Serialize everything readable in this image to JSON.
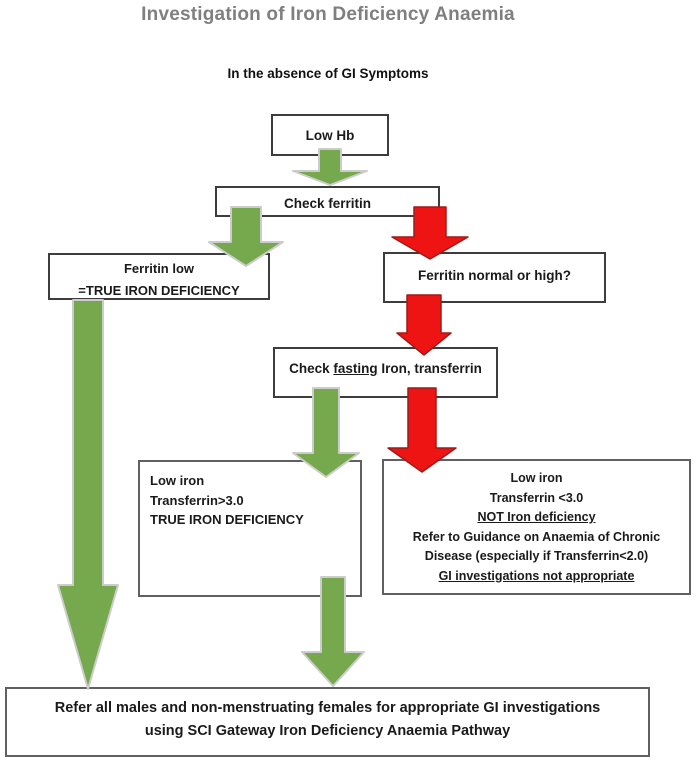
{
  "title": "Investigation of Iron Deficiency Anaemia",
  "subtitle": "In the absence of GI Symptoms",
  "nodes": {
    "low_hb": {
      "label": "Low Hb"
    },
    "check_ferritin": {
      "label": "Check ferritin"
    },
    "ferritin_low": {
      "line1": "Ferritin low",
      "line2": "=TRUE IRON DEFICIENCY"
    },
    "ferritin_normal_or_high": {
      "label": "Ferritin normal or high?"
    },
    "check_fasting": {
      "part1": "Check ",
      "underlined": "fasting",
      "part2": " Iron, transferrin"
    },
    "true_iron_deficiency": {
      "line1": "Low iron",
      "line2": "Transferrin>3.0",
      "line3": "TRUE IRON DEFICIENCY"
    },
    "not_iron_deficiency": {
      "line1": "Low iron",
      "line2": "Transferrin <3.0",
      "line3": "NOT Iron deficiency",
      "line4": "Refer to Guidance on Anaemia of Chronic",
      "line5": "Disease (especially if Transferrin<2.0)",
      "line6": "GI investigations not appropriate"
    },
    "refer_all": {
      "line1": "Refer all males and non-menstruating females for appropriate GI investigations",
      "line2": "using SCI Gateway Iron Deficiency Anaemia Pathway"
    }
  },
  "colors": {
    "title_gray": "#7f7f7f",
    "green_arrow": "#76a94e",
    "green_arrow_outline": "#cccccc",
    "red_arrow": "#ee1414",
    "red_arrow_outline": "#9e1b1b"
  }
}
